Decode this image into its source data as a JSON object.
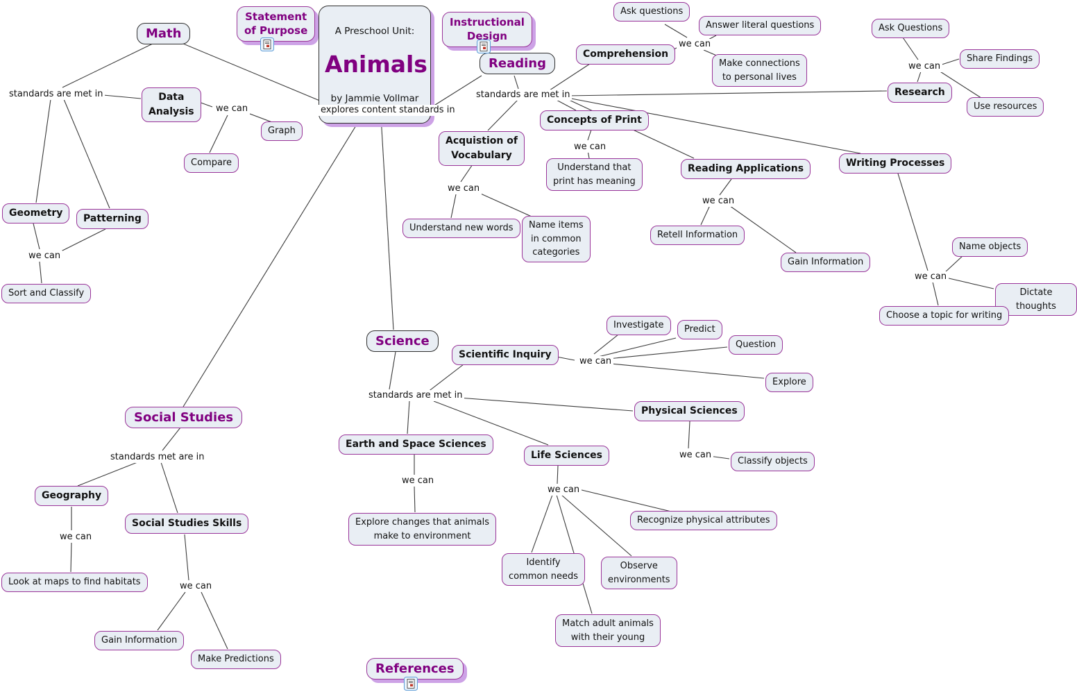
{
  "colors": {
    "node_fill": "#e9eef4",
    "purple_border": "#993399",
    "dark_border": "#2f2f2f",
    "topic_text": "#800080",
    "shadow": "#cda2e6",
    "line": "#3a3a3a"
  },
  "title_node": {
    "kicker": "A Preschool Unit:",
    "title": "Animals",
    "byline": "by Jammie Vollmar"
  },
  "topics": {
    "math": "Math",
    "statement": "Statement\nof Purpose",
    "instructional": "Instructional\nDesign",
    "reading": "Reading",
    "science": "Science",
    "social_studies": "Social Studies",
    "references": "References"
  },
  "concepts": {
    "data_analysis": "Data\nAnalysis",
    "graph": "Graph",
    "compare": "Compare",
    "geometry": "Geometry",
    "patterning": "Patterning",
    "sort_classify": "Sort and Classify",
    "comprehension": "Comprehension",
    "ask_questions_lower": "Ask questions",
    "answer_literal": "Answer literal questions",
    "make_connections": "Make connections\nto personal lives",
    "ask_questions_upper": "Ask Questions",
    "share_findings": "Share Findings",
    "research": "Research",
    "use_resources": "Use resources",
    "acquistion_vocab": "Acquistion of\nVocabulary",
    "understand_new_words": "Understand new words",
    "name_items": "Name items\nin common\ncategories",
    "concepts_of_print": "Concepts of Print",
    "understand_print": "Understand that\nprint has meaning",
    "reading_applications": "Reading Applications",
    "retell_information": "Retell Information",
    "gain_information_reading": "Gain Information",
    "writing_processes": "Writing Processes",
    "name_objects": "Name objects",
    "dictate_thoughts": "Dictate thoughts",
    "choose_topic": "Choose a topic for writing",
    "scientific_inquiry": "Scientific Inquiry",
    "investigate": "Investigate",
    "predict": "Predict",
    "question": "Question",
    "explore": "Explore",
    "physical_sciences": "Physical Sciences",
    "earth_space": "Earth and Space Sciences",
    "life_sciences": "Life Sciences",
    "classify_objects": "Classify objects",
    "explore_changes": "Explore changes that animals\nmake to environment",
    "recognize_attributes": "Recognize physical attributes",
    "identify_needs": "Identify\ncommon needs",
    "observe_environments": "Observe\nenvironments",
    "match_adult": "Match adult animals\nwith their young",
    "geography": "Geography",
    "ss_skills": "Social Studies Skills",
    "look_maps": "Look at maps to find habitats",
    "gain_information_ss": "Gain Information",
    "make_predictions": "Make Predictions"
  },
  "link_labels": {
    "standards_met_math": "standards are met in",
    "we_can_data": "we can",
    "explores": "explores content standards in",
    "standards_met_reading": "standards are met in",
    "we_can_comprehension": "we can",
    "we_can_research": "we can",
    "we_can_concepts": "we can",
    "we_can_acquistion": "we can",
    "we_can_reading_apps": "we can",
    "we_can_writing": "we can",
    "we_can_geometry": "we can",
    "we_can_sci_inquiry": "we can",
    "standards_met_science": "standards are met in",
    "we_can_physical": "we can",
    "we_can_earth": "we can",
    "we_can_life": "we can",
    "standards_met_ss": "standards met are in",
    "we_can_geography": "we can",
    "we_can_ss_skills": "we can"
  }
}
